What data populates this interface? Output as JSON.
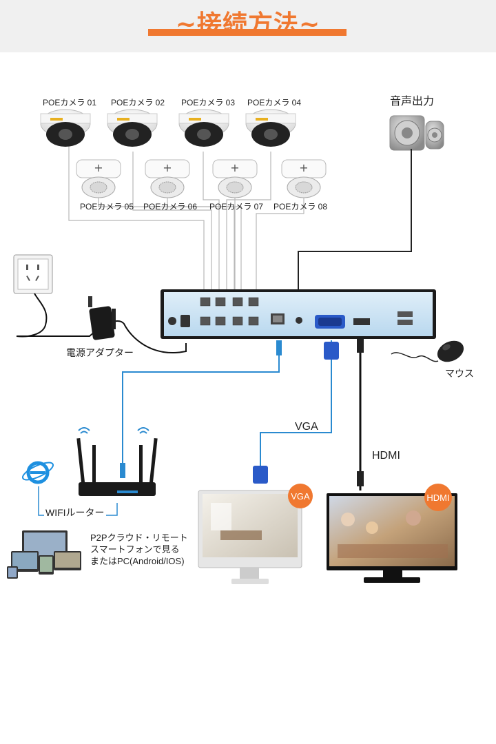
{
  "header": {
    "title": "~接続方法~"
  },
  "cameras": {
    "top": [
      "POEカメラ 01",
      "POEカメラ 02",
      "POEカメラ 03",
      "POEカメラ 04"
    ],
    "bottom": [
      "POEカメラ 05",
      "POEカメラ 06",
      "POEカメラ 07",
      "POEカメラ 08"
    ]
  },
  "speaker": {
    "label": "音声出力"
  },
  "adapter": {
    "label": "電源アダプター"
  },
  "mouse": {
    "label": "マウス"
  },
  "router": {
    "label": "WIFIルーター"
  },
  "cables": {
    "vga": "VGA",
    "hdmi": "HDMI"
  },
  "monitors": {
    "vga_badge": "VGA",
    "hdmi_badge": "HDMI"
  },
  "p2p": {
    "lines": [
      "P2Pクラウド・リモート",
      "スマートフォンで見る",
      "またはPC(Android/IOS)"
    ]
  },
  "colors": {
    "accent": "#f07830",
    "cable_blue": "#2a8ad0",
    "vga_blue": "#2a5ac8",
    "cam_wire": "#b8b8b8"
  }
}
